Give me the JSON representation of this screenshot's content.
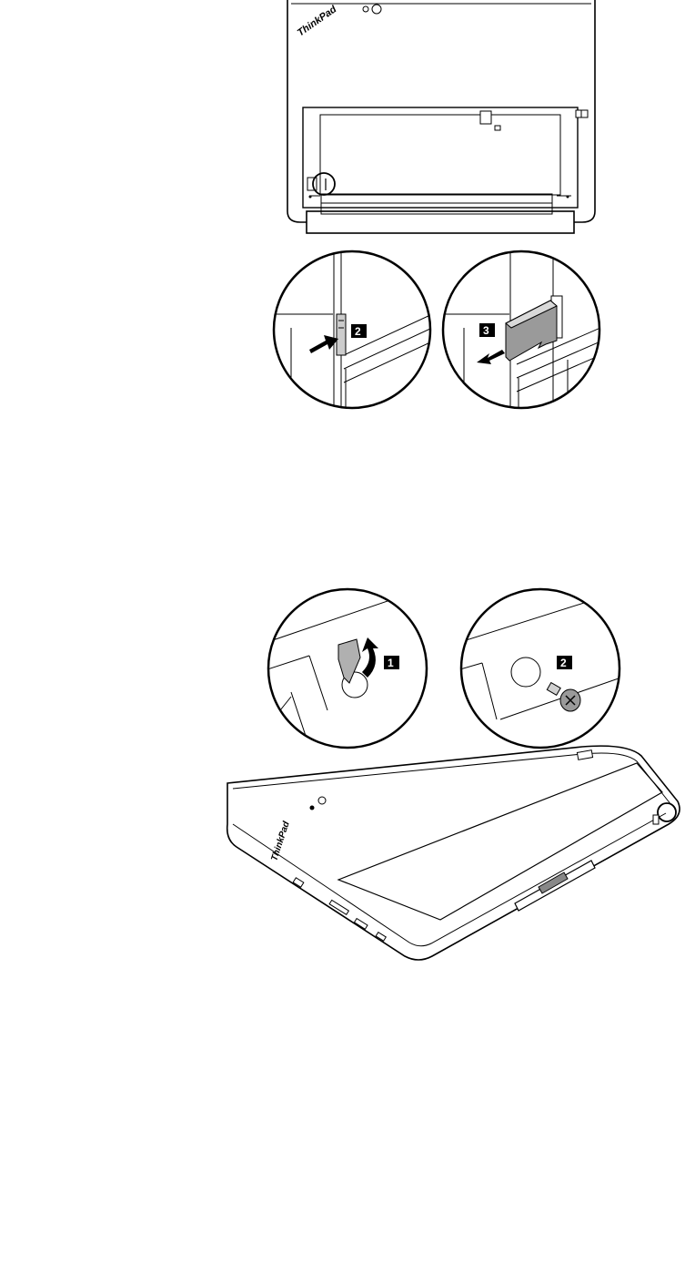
{
  "document": {
    "brand_logo": "ThinkPad",
    "figure_top": {
      "step2_badge": "2",
      "step3_badge": "3"
    },
    "figure_bottom": {
      "step1_badge": "1",
      "step2_badge": "2"
    }
  }
}
